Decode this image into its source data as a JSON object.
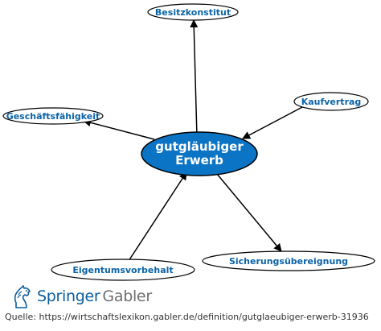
{
  "diagram": {
    "center": {
      "line1": "gutgläubiger",
      "line2": "Erwerb"
    },
    "nodes": {
      "besitzkonstitut": "Besitzkonstitut",
      "kaufvertrag": "Kaufvertrag",
      "geschaeftsfaehigkeit": "Geschäftsfähigkeit",
      "eigentumsvorbehalt": "Eigentumsvorbehalt",
      "sicherungsuebereignung": "Sicherungsübereignung"
    },
    "colors": {
      "center_fill": "#0b74c4",
      "node_text": "#0b64a8",
      "stroke": "#000000"
    }
  },
  "branding": {
    "name_main": "Springer",
    "name_sub": "Gabler",
    "icon": "springer-horse-icon",
    "color": "#0b5d9e"
  },
  "source": {
    "text": "Quelle: https://wirtschaftslexikon.gabler.de/definition/gutglaeubiger-erwerb-31936"
  }
}
